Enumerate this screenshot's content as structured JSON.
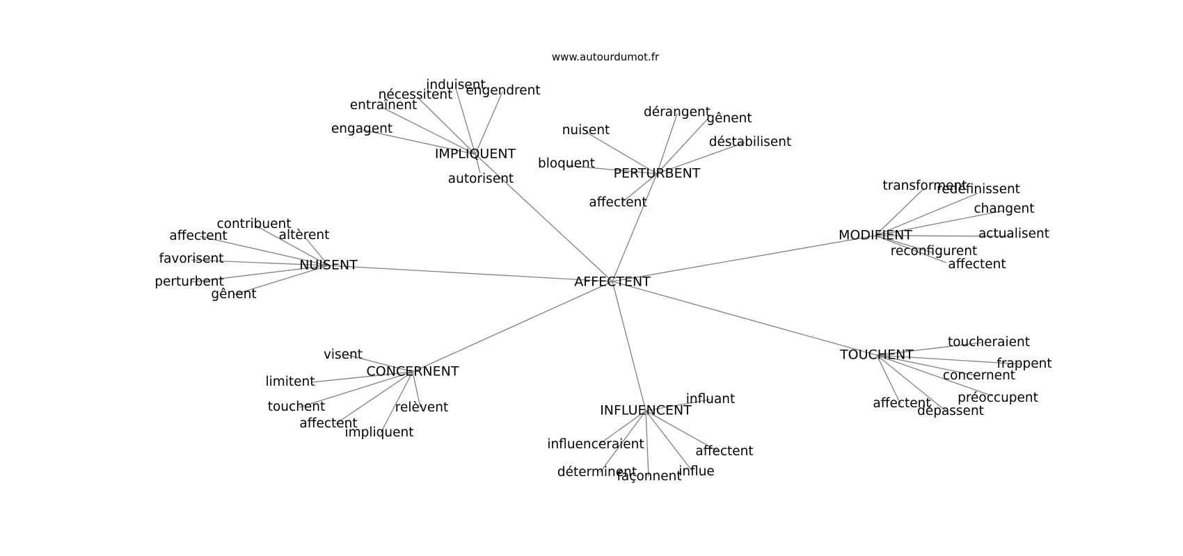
{
  "site": "www.autourdumot.fr",
  "center": "AFFECTENT",
  "hubs": [
    {
      "id": "impliquent",
      "label": "IMPLIQUENT",
      "leaves": [
        "induisent",
        "nécessitent",
        "engendrent",
        "entraînent",
        "engagent",
        "autorisent"
      ]
    },
    {
      "id": "perturbent",
      "label": "PERTURBENT",
      "leaves": [
        "dérangent",
        "gênent",
        "nuisent",
        "déstabilisent",
        "bloquent",
        "affectent"
      ]
    },
    {
      "id": "modifient",
      "label": "MODIFIENT",
      "leaves": [
        "transforment",
        "redéfinissent",
        "changent",
        "actualisent",
        "reconfigurent",
        "affectent"
      ]
    },
    {
      "id": "nuisent",
      "label": "NUISENT",
      "leaves": [
        "contribuent",
        "affectent",
        "altèrent",
        "favorisent",
        "perturbent",
        "gênent"
      ]
    },
    {
      "id": "touchent",
      "label": "TOUCHENT",
      "leaves": [
        "toucheraient",
        "frappent",
        "concernent",
        "préoccupent",
        "affectent",
        "dépassent"
      ]
    },
    {
      "id": "concernent",
      "label": "CONCERNENT",
      "leaves": [
        "visent",
        "limitent",
        "touchent",
        "affectent",
        "impliquent",
        "relèvent"
      ]
    },
    {
      "id": "influencent",
      "label": "INFLUENCENT",
      "leaves": [
        "influant",
        "influenceraient",
        "affectent",
        "déterminent",
        "façonnent",
        "influe"
      ]
    }
  ]
}
